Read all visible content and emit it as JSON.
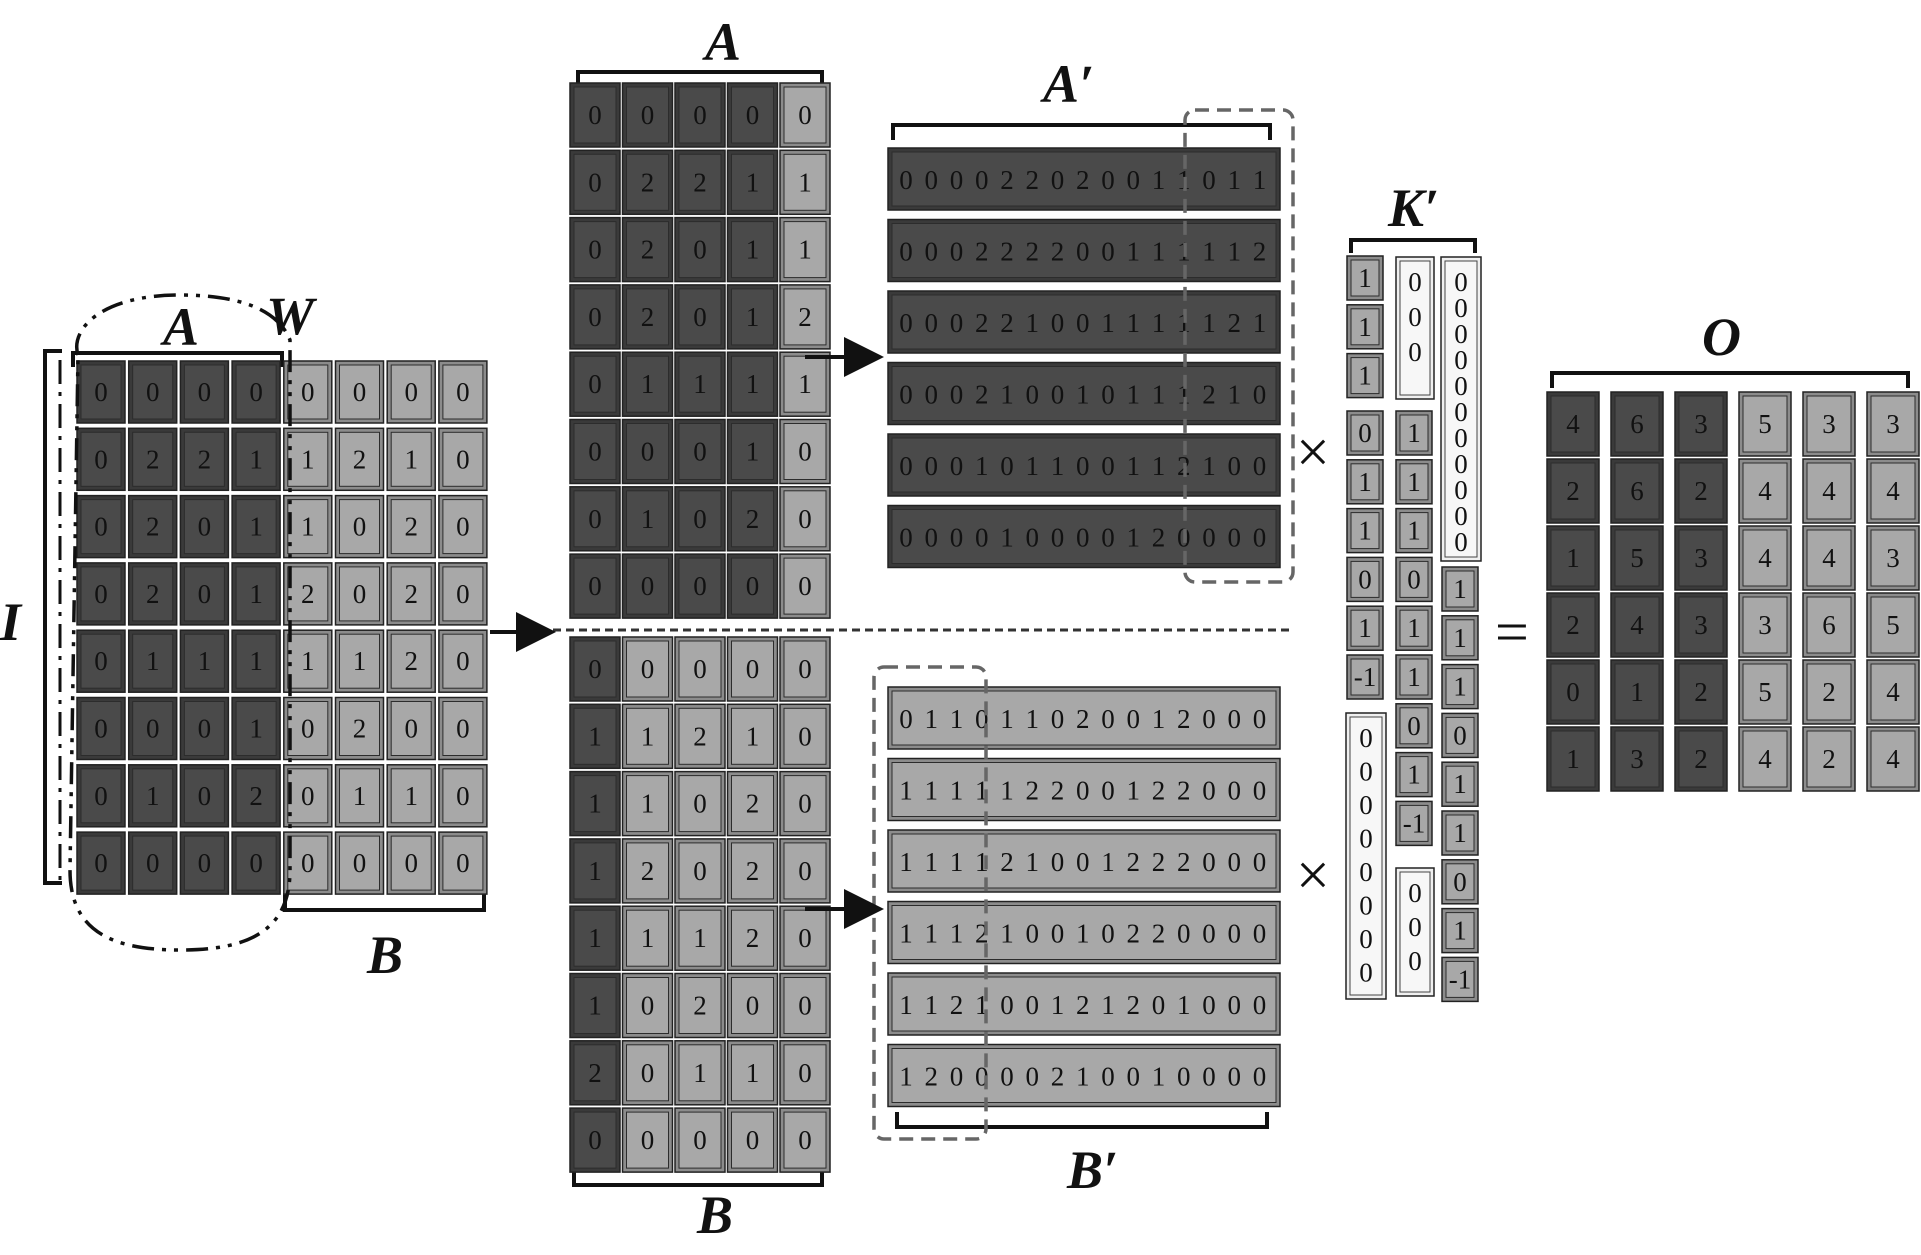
{
  "colors": {
    "dark": "#4a4a4a",
    "dark_shadow": "#3a3a3a",
    "light": "#a8a8a8",
    "light_shadow": "#8c8c8c",
    "white_cell": "#f0f0f0",
    "stroke": "#222222",
    "dashed": "#666666"
  },
  "labels": {
    "I": "I",
    "A_input": "A",
    "W": "W",
    "B_input": "B",
    "A_top": "A",
    "B_bottom": "B",
    "A_prime": "A′",
    "B_prime": "B′",
    "K_prime": "K′",
    "O": "O",
    "times": "×",
    "equals": "="
  },
  "input_I": [
    [
      "0",
      "0",
      "0",
      "0",
      "0",
      "0",
      "0",
      "0"
    ],
    [
      "0",
      "2",
      "2",
      "1",
      "1",
      "2",
      "1",
      "0"
    ],
    [
      "0",
      "2",
      "0",
      "1",
      "1",
      "0",
      "2",
      "0"
    ],
    [
      "0",
      "2",
      "0",
      "1",
      "2",
      "0",
      "2",
      "0"
    ],
    [
      "0",
      "1",
      "1",
      "1",
      "1",
      "1",
      "2",
      "0"
    ],
    [
      "0",
      "0",
      "0",
      "1",
      "0",
      "2",
      "0",
      "0"
    ],
    [
      "0",
      "1",
      "0",
      "2",
      "0",
      "1",
      "1",
      "0"
    ],
    [
      "0",
      "0",
      "0",
      "0",
      "0",
      "0",
      "0",
      "0"
    ]
  ],
  "block_A": [
    [
      "0",
      "0",
      "0",
      "0",
      "0"
    ],
    [
      "0",
      "2",
      "2",
      "1",
      "1"
    ],
    [
      "0",
      "2",
      "0",
      "1",
      "1"
    ],
    [
      "0",
      "2",
      "0",
      "1",
      "2"
    ],
    [
      "0",
      "1",
      "1",
      "1",
      "1"
    ],
    [
      "0",
      "0",
      "0",
      "1",
      "0"
    ],
    [
      "0",
      "1",
      "0",
      "2",
      "0"
    ],
    [
      "0",
      "0",
      "0",
      "0",
      "0"
    ]
  ],
  "block_B": [
    [
      "0",
      "0",
      "0",
      "0",
      "0"
    ],
    [
      "1",
      "1",
      "2",
      "1",
      "0"
    ],
    [
      "1",
      "1",
      "0",
      "2",
      "0"
    ],
    [
      "1",
      "2",
      "0",
      "2",
      "0"
    ],
    [
      "1",
      "1",
      "1",
      "2",
      "0"
    ],
    [
      "1",
      "0",
      "2",
      "0",
      "0"
    ],
    [
      "2",
      "0",
      "1",
      "1",
      "0"
    ],
    [
      "0",
      "0",
      "0",
      "0",
      "0"
    ]
  ],
  "A_prime_rows": [
    "0 0 0 0 2 2 0 2 0 0 1 1 0 1 1",
    "0 0 0 2 2 2 2 0 0 1 1 1 1 1 2",
    "0 0 0 2 2 1 0 0 1 1 1 1 1 2 1",
    "0 0 0 2 1 0 0 1 0 1 1 1 2 1 0",
    "0 0 0 1 0 1 1 0 0 1 1 2 1 0 0",
    "0 0 0 0 1 0 0 0 0 1 2 0 0 0 0"
  ],
  "B_prime_rows": [
    "0 1 1 0 1 1 0 2 0 0 1 2 0 0 0",
    "1 1 1 1 1 2 2 0 0 1 2 2 0 0 0",
    "1 1 1 1 2 1 0 0 1 2 2 2 0 0 0",
    "1 1 1 2 1 0 0 1 0 2 2 0 0 0 0",
    "1 1 2 1 0 0 1 2 1 2 0 1 0 0 0",
    "1 2 0 0 0 0 2 1 0 0 1 0 0 0 0"
  ],
  "K_prime": {
    "col1_top": [
      "1",
      "1",
      "1"
    ],
    "col1_mid": [
      "0",
      "1",
      "1",
      "0",
      "1",
      "-1"
    ],
    "col1_bottom_zeros": [
      "0",
      "0",
      "0",
      "0",
      "0",
      "0",
      "0",
      "0"
    ],
    "col2_top_zeros": [
      "0",
      "0",
      "0"
    ],
    "col2_mid": [
      "1",
      "1",
      "1",
      "0",
      "1",
      "1",
      "0",
      "1",
      "-1"
    ],
    "col2_bottom_zeros": [
      "0",
      "0",
      "0"
    ],
    "col3_top_zeros": [
      "0",
      "0",
      "0",
      "0",
      "0",
      "0",
      "0",
      "0",
      "0",
      "0",
      "0"
    ],
    "col3_mid": [
      "1",
      "1",
      "1",
      "0",
      "1",
      "1",
      "0",
      "1",
      "-1"
    ]
  },
  "output_O": [
    [
      "4",
      "6",
      "3",
      "5",
      "3",
      "3"
    ],
    [
      "2",
      "6",
      "2",
      "4",
      "4",
      "4"
    ],
    [
      "1",
      "5",
      "3",
      "4",
      "4",
      "3"
    ],
    [
      "2",
      "4",
      "3",
      "3",
      "6",
      "5"
    ],
    [
      "0",
      "1",
      "2",
      "5",
      "2",
      "4"
    ],
    [
      "1",
      "3",
      "2",
      "4",
      "2",
      "4"
    ]
  ]
}
